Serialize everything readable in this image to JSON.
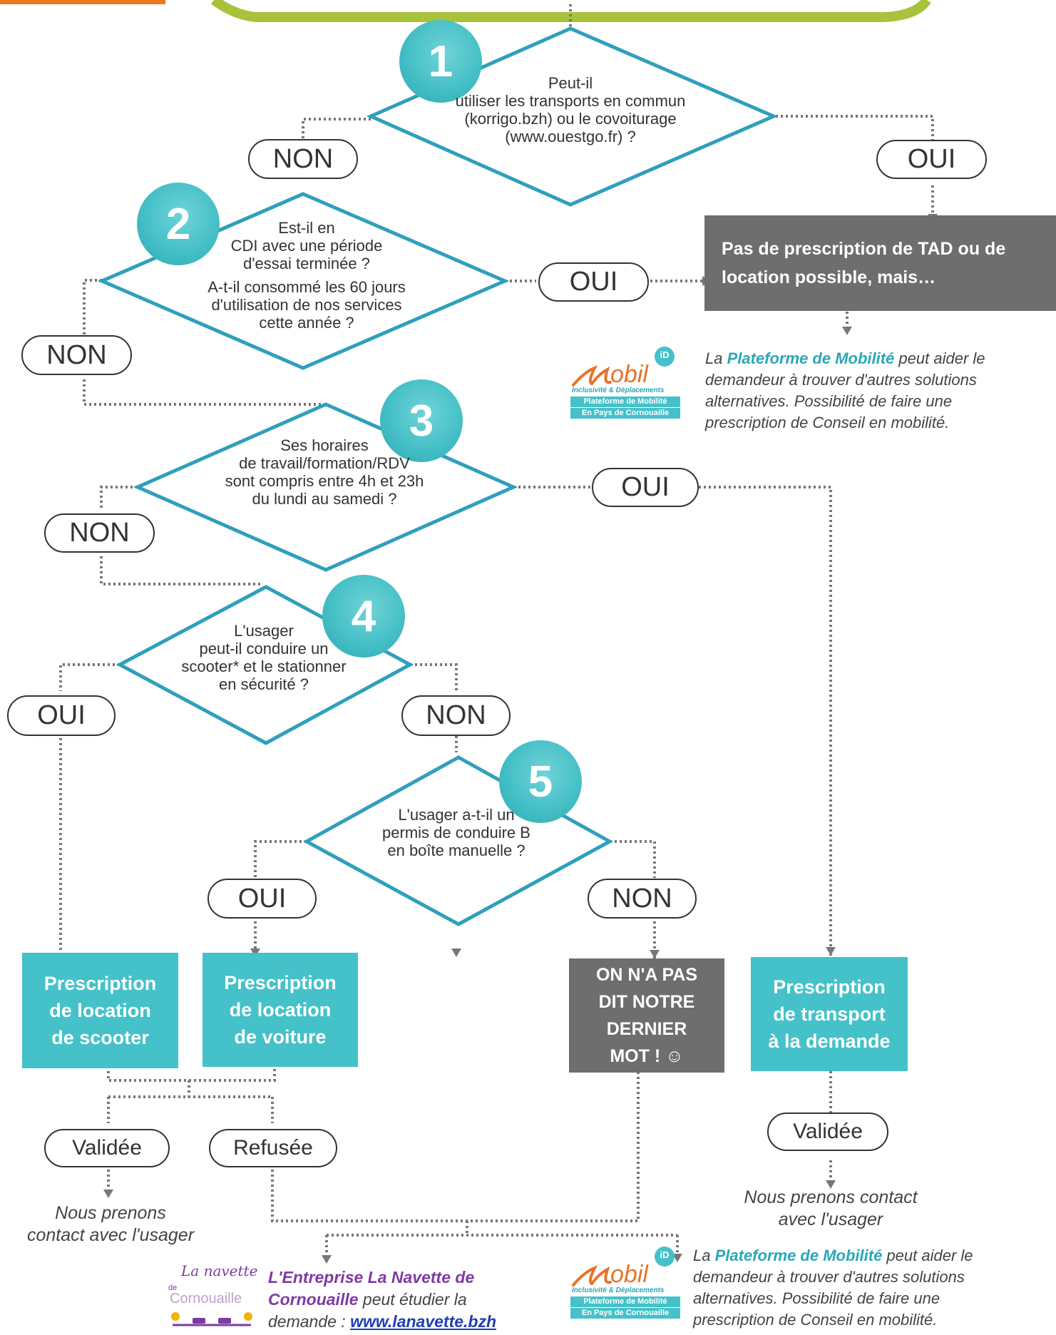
{
  "colors": {
    "teal": "#45c1c9",
    "diamond_stroke": "#2f9fbd",
    "gray_box": "#6e6e6e",
    "title_bar": "#a9c23c",
    "purple": "#7e3aa3",
    "connector": "#777777"
  },
  "questions": {
    "q1": {
      "number": "1",
      "lines": [
        "Peut-il",
        "utiliser les transports en commun",
        "(korrigo.bzh) ou le covoiturage",
        "(www.ouestgo.fr) ?"
      ]
    },
    "q2": {
      "number": "2",
      "lines": [
        "Est-il en",
        "CDI avec une période",
        "d'essai terminée ?",
        "A-t-il consommé les 60 jours",
        "d'utilisation de nos services",
        "cette année ?"
      ]
    },
    "q3": {
      "number": "3",
      "lines": [
        "Ses horaires",
        "de travail/formation/RDV",
        "sont compris entre 4h et 23h",
        "du lundi au samedi ?"
      ]
    },
    "q4": {
      "number": "4",
      "lines": [
        "L'usager",
        "peut-il conduire un",
        "scooter* et le stationner",
        "en sécurité ?"
      ]
    },
    "q5": {
      "number": "5",
      "lines": [
        "L'usager a-t-il un",
        "permis de conduire B",
        "en boîte manuelle ?"
      ]
    }
  },
  "answers": {
    "non": "NON",
    "oui": "OUI",
    "validee": "Validée",
    "refusee": "Refusée"
  },
  "boxes": {
    "no_prescription": "Pas de prescription de TAD ou de location possible, mais…",
    "scooter": [
      "Prescription",
      "de location",
      "de scooter"
    ],
    "voiture": [
      "Prescription",
      "de location",
      "de voiture"
    ],
    "dernier_mot": [
      "ON N'A PAS",
      "DIT NOTRE",
      "DERNIER",
      "MOT ! ☺"
    ],
    "tad": [
      "Prescription",
      "de transport",
      "à la demande"
    ]
  },
  "notes": {
    "plateforme_prefix": "La ",
    "plateforme_name": "Plateforme de Mobilité",
    "plateforme_text": " peut aider le demandeur à trouver d'autres solutions alternatives. Possibilité de faire une prescription de Conseil en mobilité.",
    "contact_scooter": [
      "Nous prenons",
      "contact avec l'usager"
    ],
    "contact_tad": [
      "Nous prenons contact",
      "avec l'usager"
    ],
    "navette_name": "L'Entreprise La Navette de Cornouaille",
    "navette_text": " peut étudier la demande : ",
    "navette_link": "www.lanavette.bzh"
  },
  "logos": {
    "mobil": {
      "word": "obil",
      "badge": "iD",
      "tagline": "Inclusivité & Déplacements",
      "line1": "Plateforme de Mobilité",
      "line2": "En Pays de Cornouaille"
    },
    "navette": {
      "script": "La navette",
      "de": "de",
      "name": "Cornouaille"
    }
  }
}
